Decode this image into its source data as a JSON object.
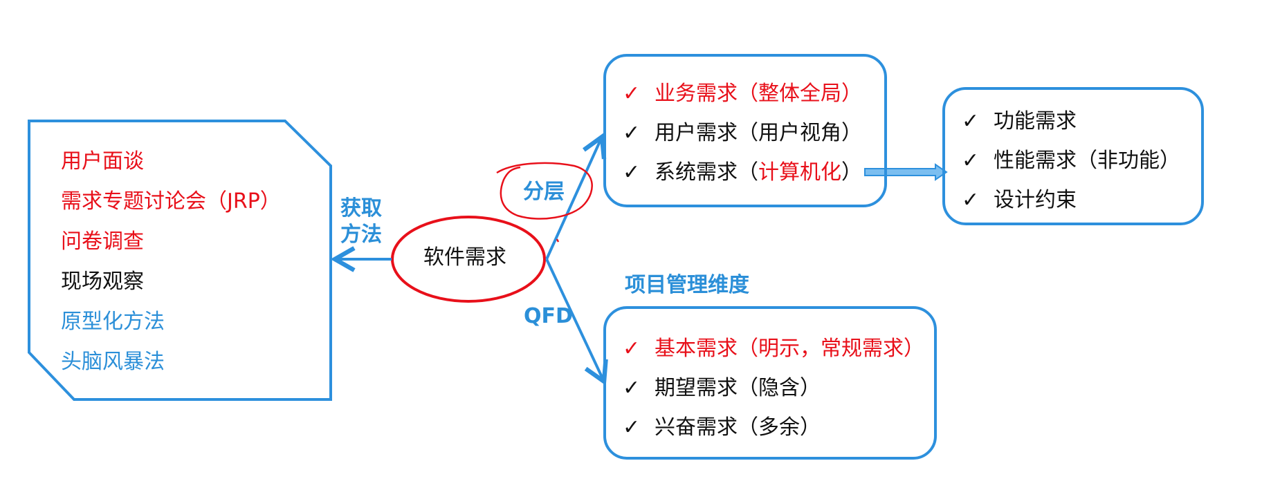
{
  "colors": {
    "blue": "#2d90dd",
    "red": "#e8101a",
    "black": "#111111"
  },
  "check_mark": "✓",
  "methods": {
    "items": [
      {
        "text": "用户面谈",
        "color": "red"
      },
      {
        "text": "需求专题讨论会（JRP）",
        "color": "red"
      },
      {
        "text": "问卷调查",
        "color": "red"
      },
      {
        "text": "现场观察",
        "color": "black"
      },
      {
        "text": "原型化方法",
        "color": "blue"
      },
      {
        "text": "头脑风暴法",
        "color": "blue"
      }
    ]
  },
  "labels": {
    "acquire_line1": "获取",
    "acquire_line2": "方法",
    "center": "软件需求",
    "layered": "分层",
    "qfd": "QFD",
    "pm_dimension": "项目管理维度"
  },
  "layers": [
    {
      "text": "业务需求（整体全局）",
      "color": "red"
    },
    {
      "text": "用户需求（用户视角）",
      "color": "black"
    },
    {
      "text_prefix": "系统需求（",
      "text_highlight": "计算机化",
      "text_suffix": "）"
    }
  ],
  "system_details": [
    "功能需求",
    "性能需求（非功能）",
    "设计约束"
  ],
  "qfd_items": [
    {
      "text": "基本需求（明示，常规需求）",
      "color": "red"
    },
    {
      "text": "期望需求（隐含）",
      "color": "black"
    },
    {
      "text": "兴奋需求（多余）",
      "color": "black"
    }
  ]
}
